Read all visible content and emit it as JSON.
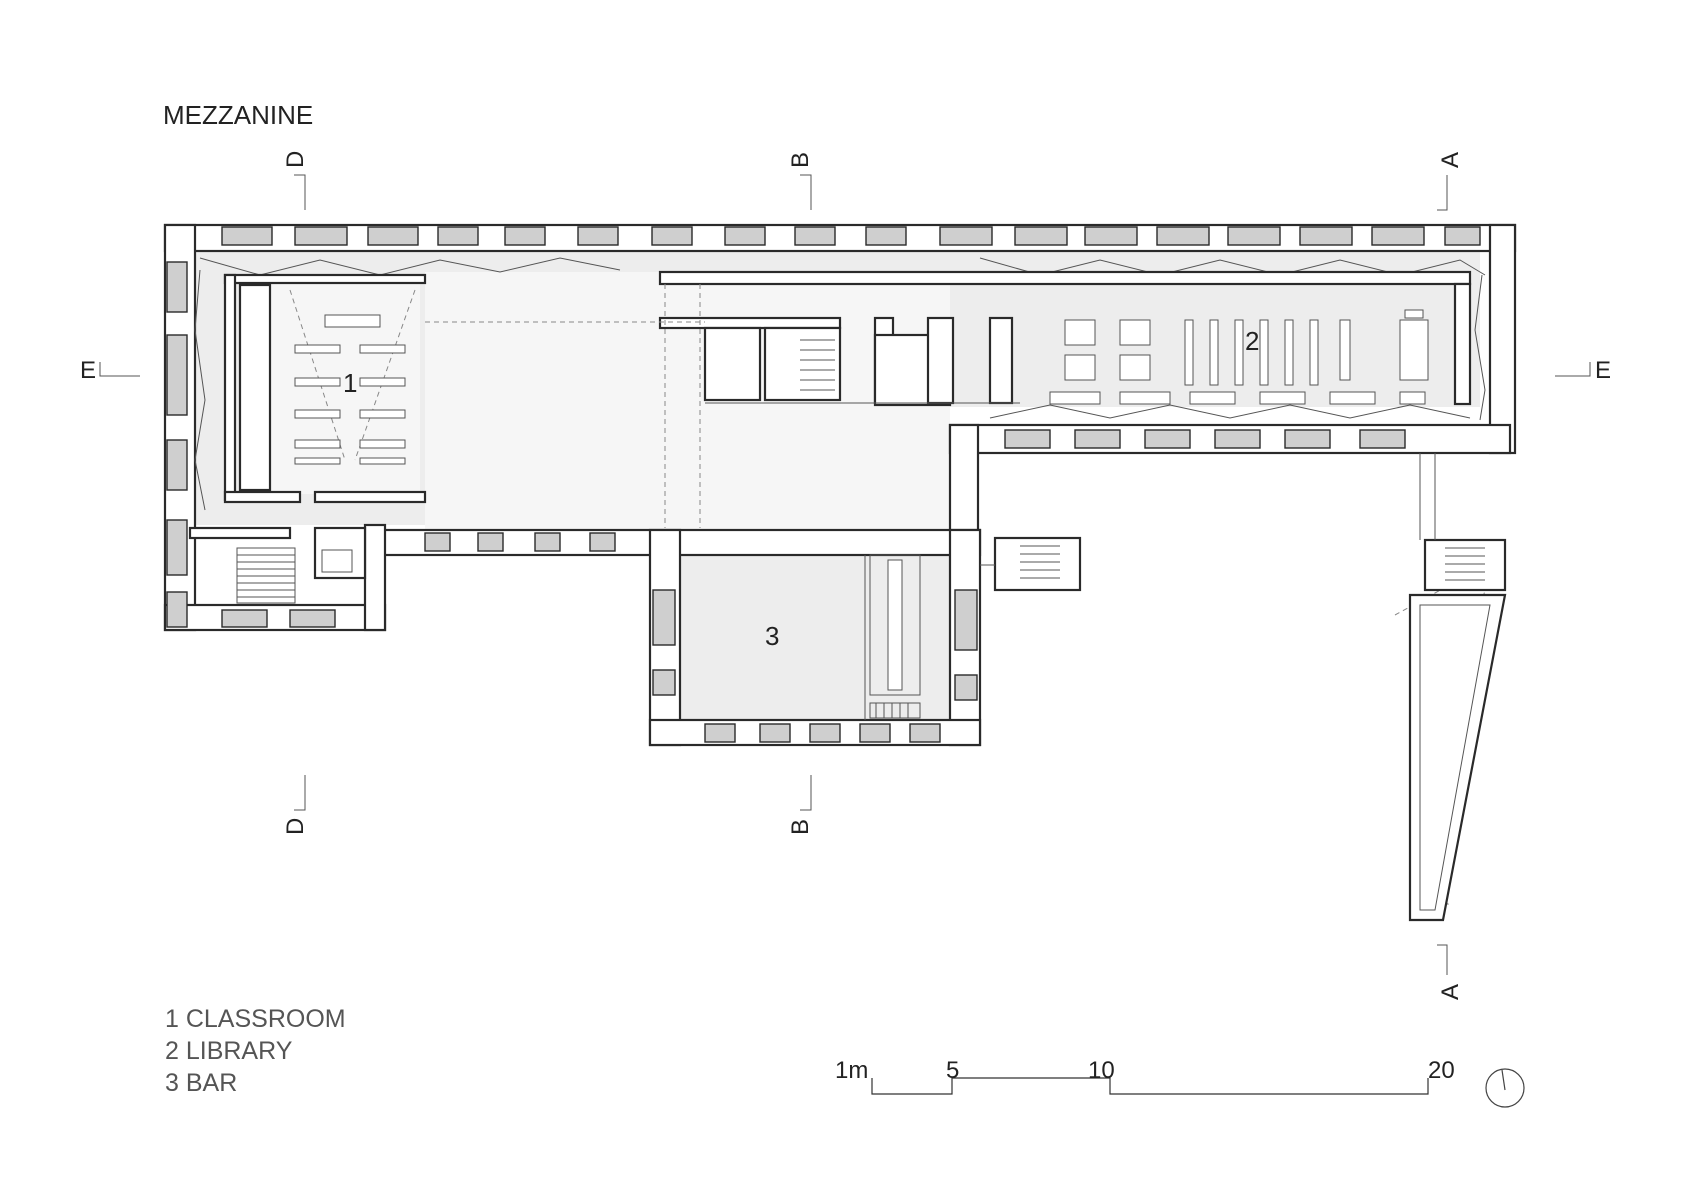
{
  "title": "MEZZANINE",
  "section_marks": {
    "D": "D",
    "B": "B",
    "A": "A",
    "E": "E"
  },
  "rooms": [
    {
      "number": "1",
      "name": "CLASSROOM"
    },
    {
      "number": "2",
      "name": "LIBRARY"
    },
    {
      "number": "3",
      "name": "BAR"
    }
  ],
  "legend": [
    "1 CLASSROOM",
    "2 LIBRARY",
    "3 BAR"
  ],
  "scale_bar": {
    "ticks": [
      "1m",
      "5",
      "10",
      "20"
    ]
  },
  "icons": {
    "north_arrow": "north-arrow-icon"
  }
}
